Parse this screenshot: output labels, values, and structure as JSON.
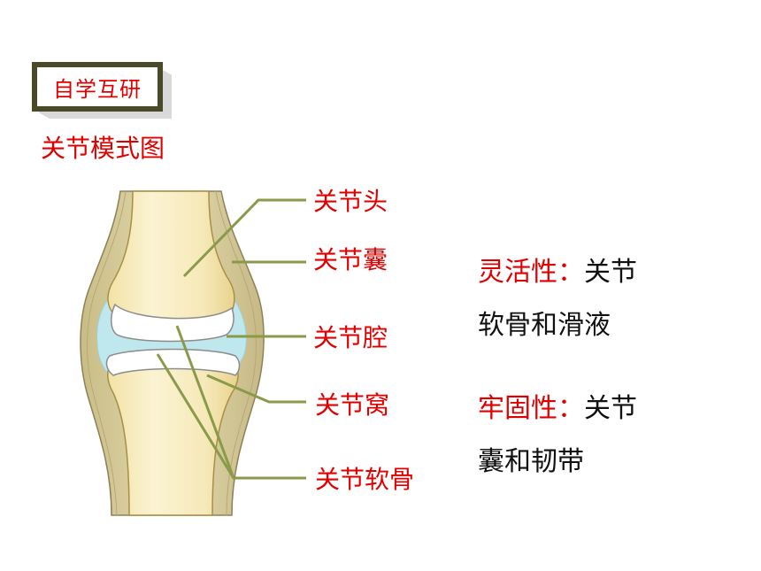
{
  "badge": {
    "label": "自学互研"
  },
  "title": "关节模式图",
  "labels": {
    "head": "关节头",
    "capsule": "关节囊",
    "cavity": "关节腔",
    "socket": "关节窝",
    "cartilage": "关节软骨"
  },
  "notes": {
    "flexibility": {
      "term": "灵活性",
      "colon": "：",
      "line1": "关节",
      "line2": "软骨和滑液"
    },
    "stability": {
      "term": "牢固性",
      "colon": "：",
      "line1": "关节",
      "line2": "囊和韧带"
    }
  },
  "colors": {
    "accent": "#e00000",
    "leader": "#8a9a4a",
    "bone": "#f7ecbf",
    "capsule": "#d8cfa0",
    "cavity": "#bfe8ee"
  }
}
